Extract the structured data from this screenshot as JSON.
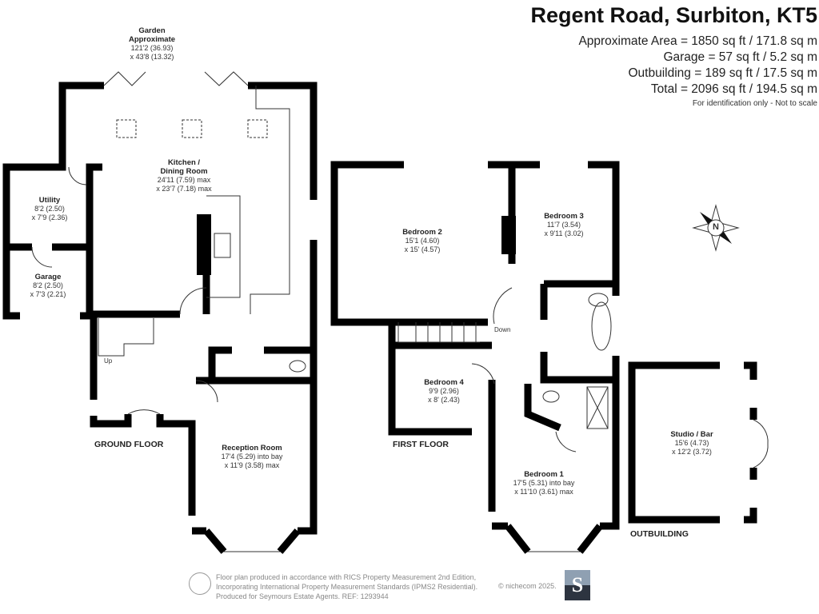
{
  "header": {
    "title": "Regent Road, Surbiton, KT5",
    "areas": [
      "Approximate Area = 1850 sq ft / 171.8 sq m",
      "Garage = 57 sq ft / 5.2 sq m",
      "Outbuilding = 189 sq ft / 17.5 sq m",
      "Total = 2096 sq ft / 194.5 sq m"
    ],
    "note": "For identification only - Not to scale"
  },
  "garden": {
    "name": "Garden",
    "sub": "Approximate",
    "d1": "121'2 (36.93)",
    "d2": "x 43'8 (13.32)"
  },
  "rooms": {
    "kitchen": {
      "name": "Kitchen /",
      "name2": "Dining Room",
      "d1": "24'11 (7.59) max",
      "d2": "x 23'7 (7.18) max"
    },
    "utility": {
      "name": "Utility",
      "d1": "8'2 (2.50)",
      "d2": "x 7'9 (2.36)"
    },
    "garage": {
      "name": "Garage",
      "d1": "8'2 (2.50)",
      "d2": "x 7'3 (2.21)"
    },
    "reception": {
      "name": "Reception Room",
      "d1": "17'4 (5.29) into bay",
      "d2": "x 11'9 (3.58) max"
    },
    "bed2": {
      "name": "Bedroom 2",
      "d1": "15'1 (4.60)",
      "d2": "x 15' (4.57)"
    },
    "bed3": {
      "name": "Bedroom 3",
      "d1": "11'7 (3.54)",
      "d2": "x 9'11 (3.02)"
    },
    "bed4": {
      "name": "Bedroom 4",
      "d1": "9'9 (2.96)",
      "d2": "x 8' (2.43)"
    },
    "bed1": {
      "name": "Bedroom 1",
      "d1": "17'5 (5.31) into bay",
      "d2": "x 11'10 (3.61) max"
    },
    "studio": {
      "name": "Studio / Bar",
      "d1": "15'6 (4.73)",
      "d2": "x 12'2 (3.72)"
    }
  },
  "labels": {
    "up": "Up",
    "down": "Down",
    "ground": "GROUND FLOOR",
    "first": "FIRST FLOOR",
    "outbuilding": "OUTBUILDING",
    "compass": "N"
  },
  "footer": {
    "lines": [
      "Floor plan produced in accordance with RICS Property Measurement 2nd Edition,",
      "Incorporating International Property Measurement Standards (IPMS2 Residential).",
      "Produced for Seymours Estate Agents.   REF: 1293944"
    ],
    "copyright": "© nichecom 2025.",
    "logo": "S"
  }
}
